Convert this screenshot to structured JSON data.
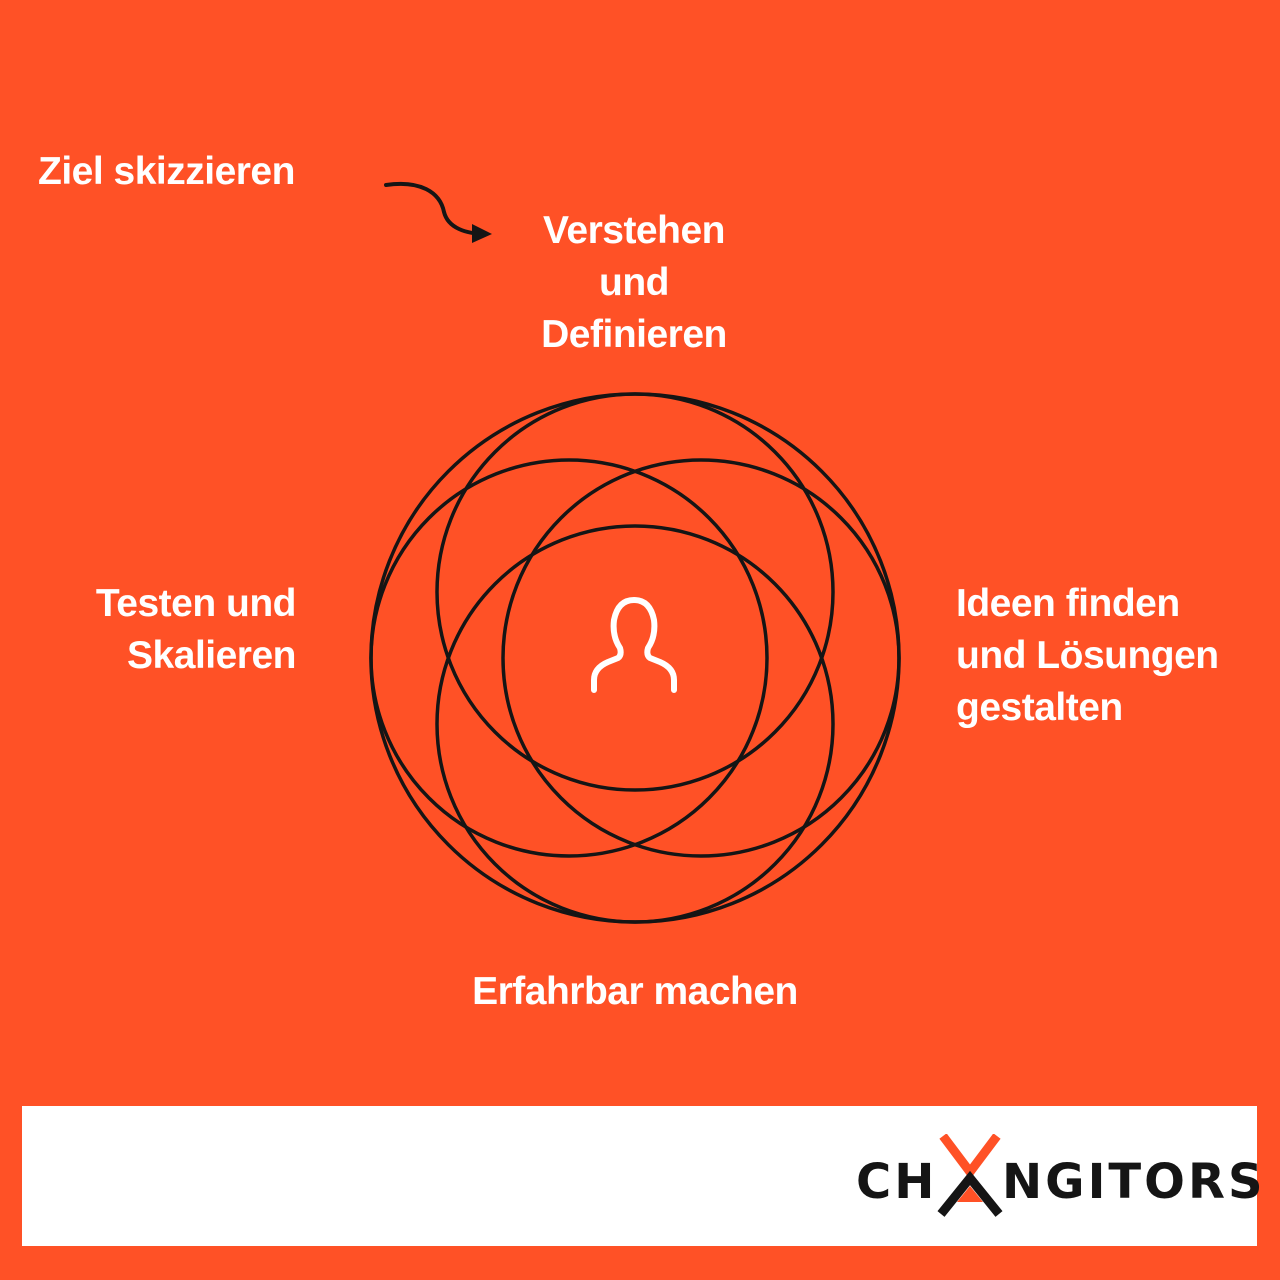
{
  "labels": {
    "goal": "Ziel skizzieren",
    "top": [
      "Verstehen",
      "und",
      "Definieren"
    ],
    "left": [
      "Testen und",
      "Skalieren"
    ],
    "right": [
      "Ideen finden",
      "und Lösungen",
      "gestalten"
    ],
    "bottom": "Erfahrbar machen"
  },
  "center_icon": "person-icon",
  "arrow_icon": "curved-arrow-icon",
  "logo": {
    "text": "CHANGITORS",
    "text_left": "CH",
    "text_right": "NGITORS",
    "mark_icon": "x-arrow-logo-mark",
    "accent_color": "#ff5126",
    "text_color": "#151515"
  },
  "colors": {
    "background": "#ff5126",
    "text": "#ffffff",
    "line": "#151515",
    "footer": "#ffffff"
  }
}
